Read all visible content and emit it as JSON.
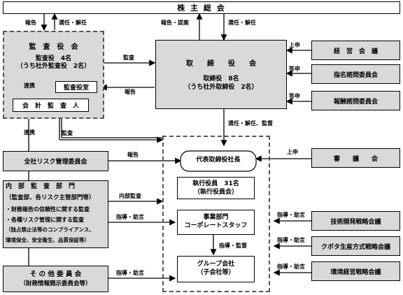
{
  "shareholders": "株 主 総 会",
  "audit_board": {
    "title": "監　査　役　会",
    "line1": "監査役　4名",
    "line2": "（うち社外監査役　2名）",
    "office": "監査役室"
  },
  "accounting_auditor": "会　計　監　査　人",
  "board": {
    "title": "取　　締　　役　　会",
    "line1": "取締役　8名",
    "line2": "（うち社外取締役　2名）"
  },
  "right_committees": {
    "management": "経　営　会　議",
    "nomination": "指名諮問委員会",
    "compensation": "報酬諮問委員会",
    "deliberation": "審　　議　　会",
    "tech": "技術開発戦略会議",
    "kubota": "クボタ生産方式戦略会議",
    "env": "環境経営戦略会議"
  },
  "risk_committee": "全社リスク管理委員会",
  "internal_audit": {
    "title": "内　部　監　査　部　門",
    "sub": "（監査部、各リスク主管部門等）",
    "item1": "・財務報告の信頼性に関する監査",
    "item2": "・各種リスク管理に関する監査",
    "item3": "（独占禁止法等のコンプライアンス、",
    "item4": "環境保全、安全衛生、品質保証等）"
  },
  "other_committees": {
    "title": "そ の 他 委 員 会",
    "sub": "（財務情報開示委員会等）"
  },
  "executive": {
    "president": "代表取締役社長",
    "officers": "執行役員　31名",
    "officers_sub": "（執行役員会）",
    "divisions": "事業部門",
    "divisions2": "コーポレートスタッフ",
    "group": "グループ会社",
    "group_sub": "（子会社等）"
  },
  "labels": {
    "report": "報告",
    "appoint": "選任・解任",
    "report_propose": "報告・提案",
    "audit": "監査",
    "cooperate": "連携",
    "appoint_supervise": "選任・解任、監督",
    "submit": "上申",
    "answer": "答申",
    "internal_audit": "内部監査",
    "guide": "指導・助言",
    "guide_supervise": "指導・監督"
  }
}
